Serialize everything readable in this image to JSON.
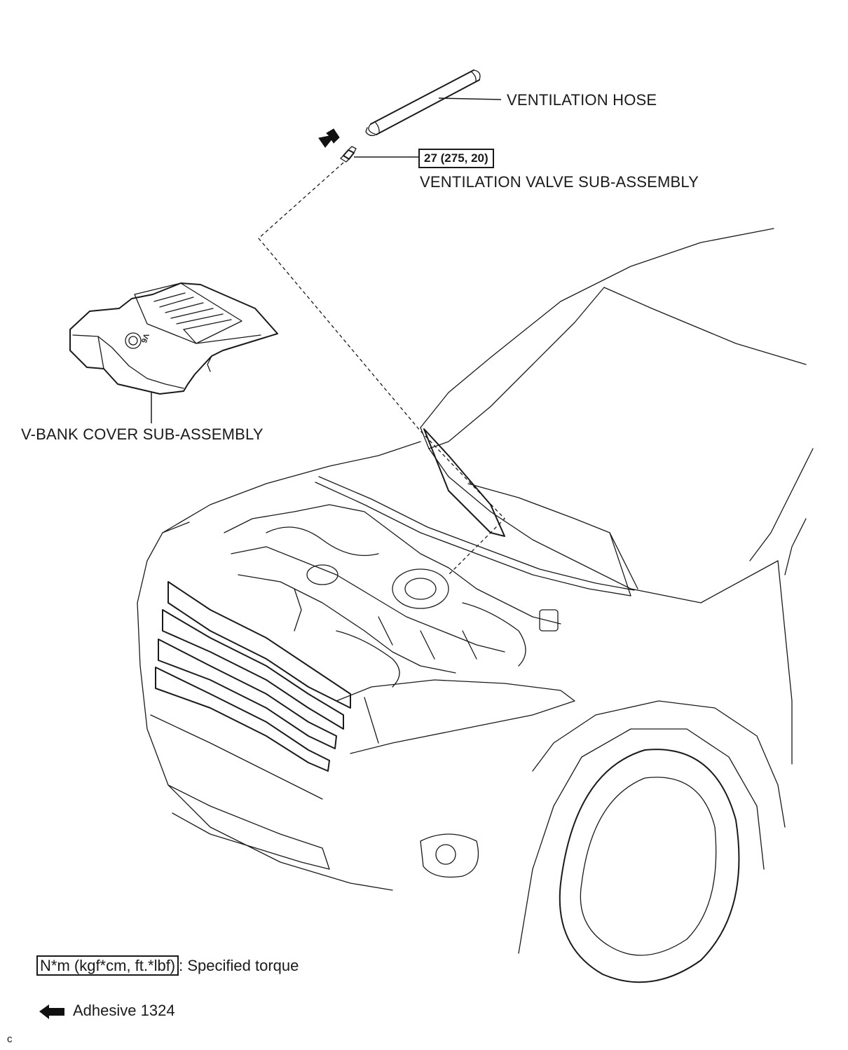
{
  "labels": {
    "ventilation_hose": "VENTILATION HOSE",
    "torque_value": "27 (275, 20)",
    "ventilation_valve": "VENTILATION VALVE SUB-ASSEMBLY",
    "v_bank_cover": "V-BANK COVER SUB-ASSEMBLY"
  },
  "cover_badge": "V6",
  "legend": {
    "torque_key": "N*m (kgf*cm, ft.*lbf)",
    "torque_desc": ": Specified torque",
    "adhesive_label": "Adhesive 1324"
  },
  "corner_mark": "c",
  "icons": {
    "adhesive_arrow": "left-arrow-icon",
    "valve_arrow": "down-right-arrow-icon"
  }
}
